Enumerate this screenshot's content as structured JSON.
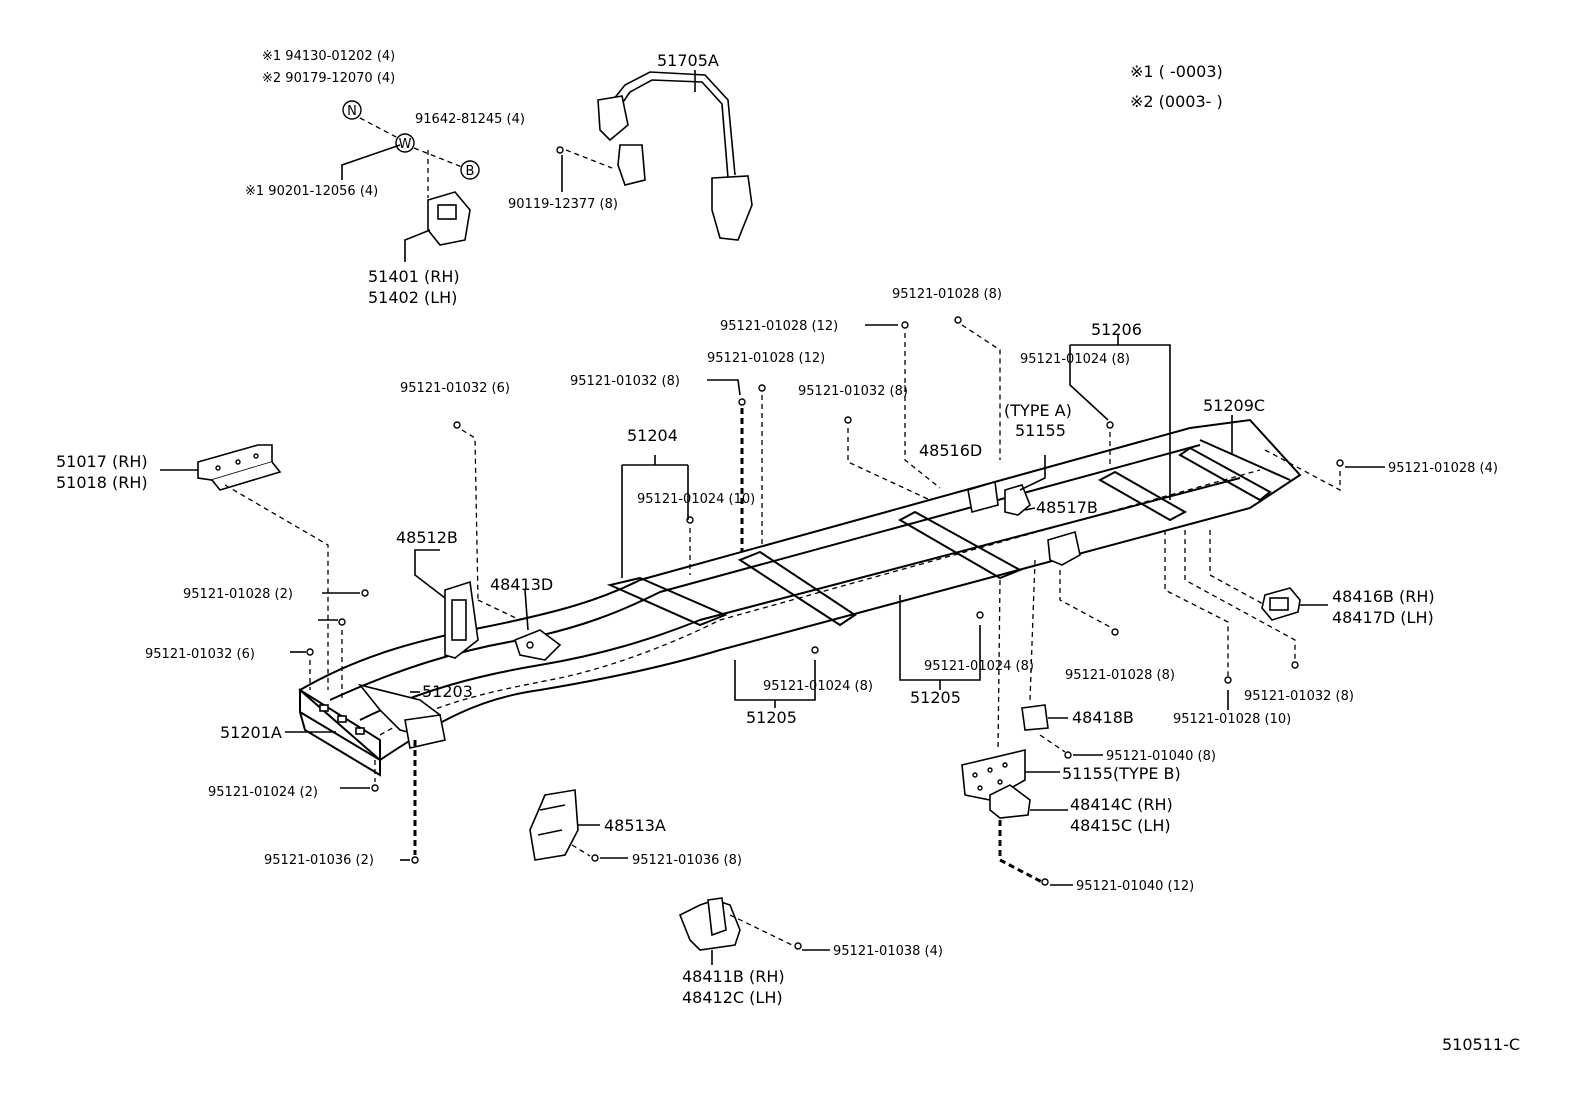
{
  "diagram_id": "510511-C",
  "legend": {
    "note1": "※1 (      -0003)",
    "note2": "※2 (0003-      )"
  },
  "labels": {
    "n1": "※1 94130-01202 (4)",
    "n2": "※2 90179-12070 (4)",
    "circle_n": "N",
    "circle_w": "W",
    "circle_b": "B",
    "w_washer": "91642-81245 (4)",
    "w_bolt": "※1 90201-12056 (4)",
    "bracket_rh": "51401 (RH)",
    "bracket_lh": "51402 (LH)",
    "guard": "51705A",
    "guard_bolt": "90119-12377 (8)",
    "b_51017": "51017 (RH)",
    "b_51018": "51018 (RH)",
    "b_01032_6": "95121-01032 (6)",
    "b_48512b": "48512B",
    "b_48413d": "48413D",
    "b_01028_2": "95121-01028 (2)",
    "b_01032_6b": "95121-01032 (6)",
    "b_51203": "51203",
    "b_51201a": "51201A",
    "b_01024_2": "95121-01024 (2)",
    "b_01036_2": "95121-01036 (2)",
    "b_48513a": "48513A",
    "b_01036_8": "95121-01036 (8)",
    "b_48411b": "48411B (RH)",
    "b_48412c": "48412C (LH)",
    "b_01038_4": "95121-01038 (4)",
    "b_51204": "51204",
    "b_01024_10": "95121-01024 (10)",
    "b_01032_8a": "95121-01032 (8)",
    "b_01028_12a": "95121-01028 (12)",
    "b_01028_12b": "95121-01028 (12)",
    "b_01028_8a": "95121-01028 (8)",
    "b_01032_8b": "95121-01032 (8)",
    "b_01024_8a": "95121-01024 (8)",
    "b_51205a": "51205",
    "b_01024_8b": "95121-01024 (8)",
    "b_51205b": "51205",
    "b_48516d": "48516D",
    "b_typea": "(TYPE  A)",
    "b_51155a": "51155",
    "b_48517b": "48517B",
    "b_51206": "51206",
    "b_01024_8c": "95121-01024 (8)",
    "b_51209c": "51209C",
    "b_01028_4": "95121-01028 (4)",
    "b_48416b": "48416B (RH)",
    "b_48417d": "48417D (LH)",
    "b_01028_8b": "95121-01028 (8)",
    "b_01032_8c": "95121-01032 (8)",
    "b_01028_10": "95121-01028 (10)",
    "b_48418b": "48418B",
    "b_01040_8": "95121-01040 (8)",
    "b_51155b": "51155(TYPE  B)",
    "b_48414c": "48414C (RH)",
    "b_48415c": "48415C (LH)",
    "b_01040_12": "95121-01040 (12)"
  }
}
